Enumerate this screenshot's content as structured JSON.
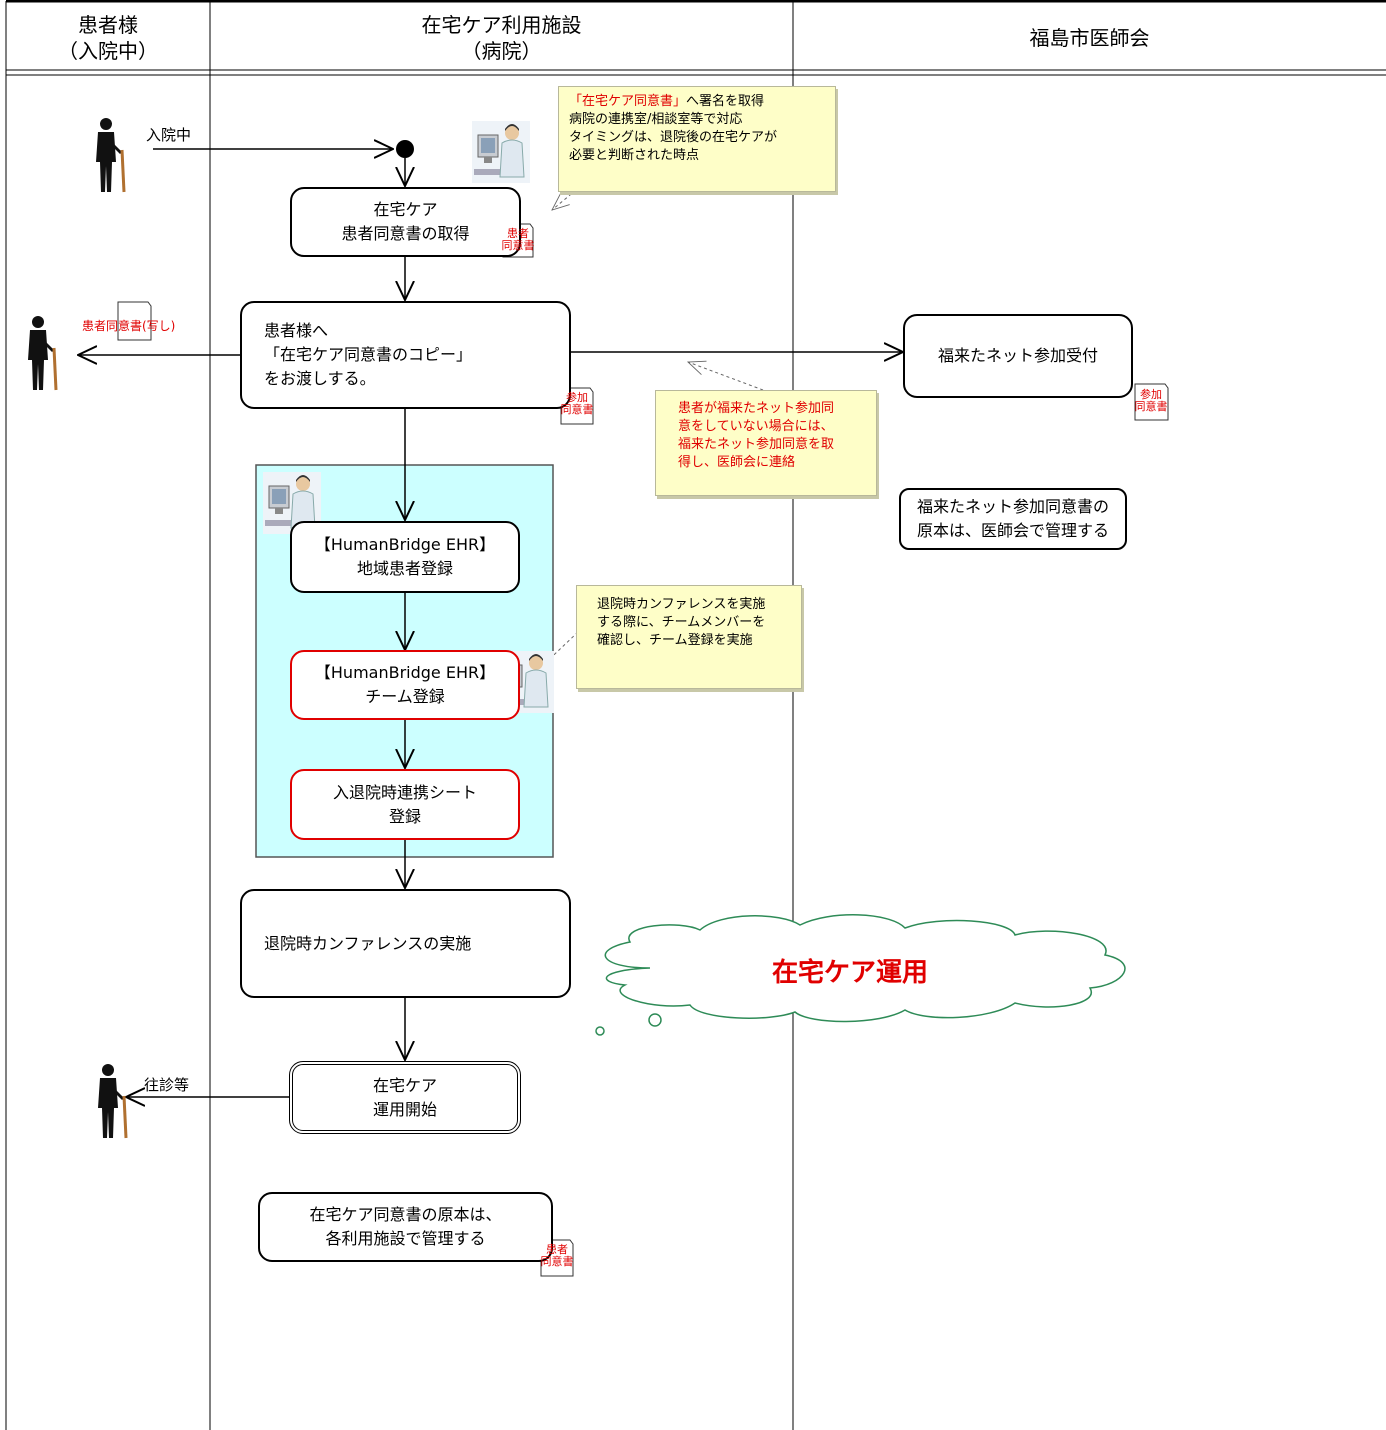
{
  "lanes": {
    "patient": {
      "title_line1": "患者様",
      "title_line2": "（入院中）"
    },
    "facility": {
      "title_line1": "在宅ケア利用施設",
      "title_line2": "（病院）"
    },
    "association": {
      "title": "福島市医師会"
    }
  },
  "labels": {
    "hospitalized": "入院中",
    "patient_consent_copy": "患者同意書(写し)",
    "home_visit": "往診等"
  },
  "boxes": {
    "consent_acquire": "在宅ケア\n患者同意書の取得",
    "hand_copy": "患者様へ\n「在宅ケア同意書のコピー」\nをお渡しする。",
    "net_reception": "福来たネット参加受付",
    "net_original": "福来たネット参加同意書の\n原本は、医師会で管理する",
    "regional_registration": "【HumanBridge EHR】\n地域患者登録",
    "team_registration": "【HumanBridge EHR】\nチーム登録",
    "admission_sheet": "入退院時連携シート\n登録",
    "conference": "退院時カンファレンスの実施",
    "operation_start": "在宅ケア\n運用開始",
    "facility_original": "在宅ケア同意書の原本は、\n各利用施設で管理する"
  },
  "notes": {
    "signature_red": "「在宅ケア同意書」",
    "signature_rest": "へ署名を取得\n病院の連携室/相談室等で対応\nタイミングは、退院後の在宅ケアが\n必要と判断された時点",
    "net_consent": "患者が福来たネット参加同\n意をしていない場合には、\n福来たネット参加同意を取\n得し、医師会に連絡",
    "conference_team": "退院時カンファレンスを実施\nする際に、チームメンバーを\n確認し、チーム登録を実施"
  },
  "doc_icons": {
    "patient_consent": "患者\n同意書",
    "participation_consent": "参加\n同意書"
  },
  "cloud": {
    "text": "在宅ケア運用"
  },
  "colors": {
    "accent_red": "#e00000",
    "note_yellow": "#fefec8",
    "highlight_cyan": "#ccffff",
    "cloud_green": "#2e8b57",
    "line": "#000000"
  }
}
